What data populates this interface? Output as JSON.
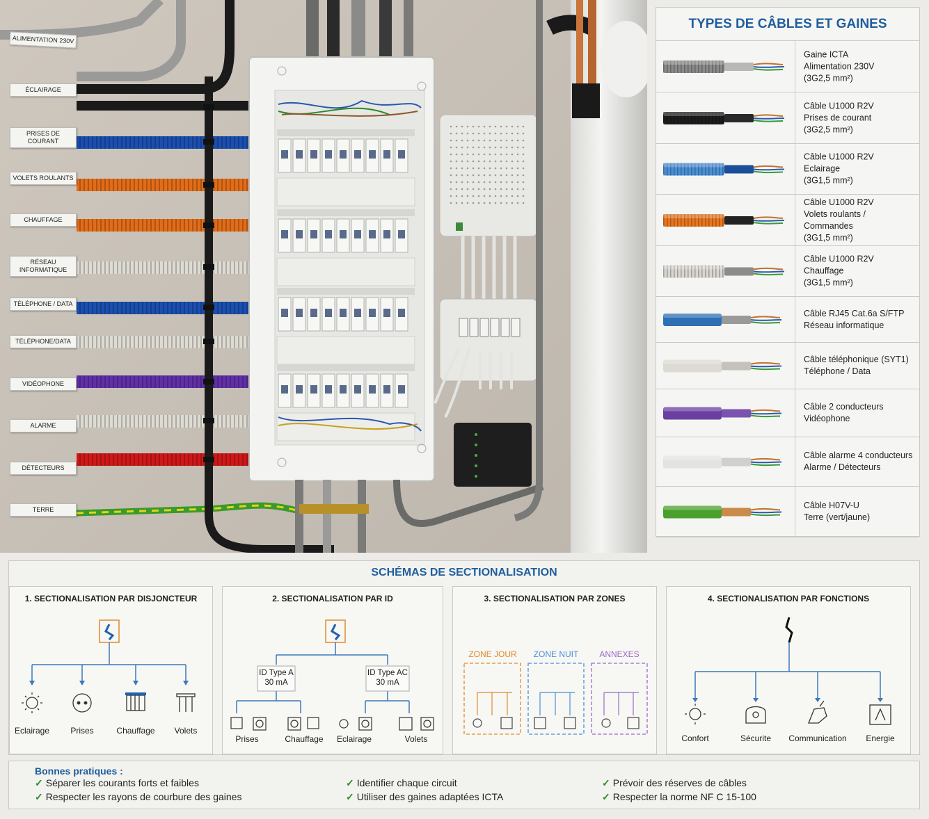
{
  "labels": [
    "ALIMENTATION 230V",
    "ÉCLAIRAGE",
    "PRISES DE COURANT",
    "VOLETS ROULANTS",
    "CHAUFFAGE",
    "RÉSEAU INFORMATIQUE",
    "TÉLÉPHONE / DATA",
    "TÉLÉPHONE/DATA",
    "VIDÉOPHONE",
    "ALARME",
    "DÉTECTEURS",
    "TERRE"
  ],
  "types": {
    "title": "TYPES DE CÂBLES ET GAINES",
    "rows": [
      {
        "lines": [
          "Gaine ICTA",
          "Alimentation 230V",
          "(3G2,5 mm²)"
        ],
        "sheath": "#8a8a8a",
        "core": "#b8b8b8",
        "corrugated": true
      },
      {
        "lines": [
          "Câble U1000 R2V",
          "Prises de courant",
          "(3G2,5 mm²)"
        ],
        "sheath": "#1c1c1c",
        "core": "#2a2a2a",
        "corrugated": true
      },
      {
        "lines": [
          "Câble U1000 R2V",
          "Eclairage",
          "(3G1,5 mm²)"
        ],
        "sheath": "#4a8fd6",
        "core": "#1c4f9a",
        "corrugated": true
      },
      {
        "lines": [
          "Câble U1000 R2V",
          "Volets roulants / Commandes",
          "(3G1,5 mm²)"
        ],
        "sheath": "#e8761e",
        "core": "#222222",
        "corrugated": true
      },
      {
        "lines": [
          "Câble U1000 R2V",
          "Chauffage",
          "(3G1,5 mm²)"
        ],
        "sheath": "#d9d6cf",
        "core": "#8c8c8c",
        "corrugated": true
      },
      {
        "lines": [
          "Câble RJ45 Cat.6a S/FTP",
          "Réseau informatique"
        ],
        "sheath": "#2f6fb3",
        "core": "#9a9a9a",
        "corrugated": false
      },
      {
        "lines": [
          "Câble téléphonique (SYT1)",
          "Téléphone / Data"
        ],
        "sheath": "#dcdad3",
        "core": "#c4c2bb",
        "corrugated": false
      },
      {
        "lines": [
          "Câble 2 conducteurs",
          "Vidéophone"
        ],
        "sheath": "#6a3fa0",
        "core": "#7a52b0",
        "corrugated": false
      },
      {
        "lines": [
          "Câble alarme 4 conducteurs",
          "Alarme / Détecteurs"
        ],
        "sheath": "#e3e3e0",
        "core": "#d0d0cc",
        "corrugated": false
      },
      {
        "lines": [
          "Câble H07V-U",
          "Terre (vert/jaune)"
        ],
        "sheath": "#4aa02c",
        "core": "#c98a4a",
        "corrugated": false
      }
    ]
  },
  "schemas": {
    "title": "SCHÉMAS DE SECTIONALISATION",
    "s1": {
      "title": "1. SECTIONALISATION PAR DISJONCTEUR",
      "items": [
        "Eclairage",
        "Prises",
        "Chauffage",
        "Volets"
      ]
    },
    "s2": {
      "title": "2. SECTIONALISATION PAR ID",
      "id_a": [
        "ID Type A",
        "30 mA"
      ],
      "id_ac": [
        "ID Type AC",
        "30 mA"
      ],
      "items": [
        "Prises",
        "Chauffage",
        "Eclairage",
        "Volets"
      ]
    },
    "s3": {
      "title": "3. SECTIONALISATION PAR ZONES",
      "zones": [
        {
          "name": "ZONE JOUR",
          "color": "#e08a2a"
        },
        {
          "name": "ZONE NUIT",
          "color": "#4a8fd6"
        },
        {
          "name": "ANNEXES",
          "color": "#9a6ac8"
        }
      ]
    },
    "s4": {
      "title": "4. SECTIONALISATION PAR FONCTIONS",
      "items": [
        "Confort",
        "Sécurite",
        "Communication",
        "Energie"
      ]
    }
  },
  "practices": {
    "title": "Bonnes pratiques :",
    "items": [
      "Séparer les courants forts et faibles",
      "Respecter les rayons de courbure des gaines",
      "Identifier chaque circuit",
      "Utiliser des gaines adaptées ICTA",
      "Prévoir des réserves de câbles",
      "Respecter la norme NF C 15-100"
    ]
  },
  "colors": {
    "accent": "#1f5e9c",
    "check": "#2c8a2c",
    "line": "#3a78b8"
  }
}
